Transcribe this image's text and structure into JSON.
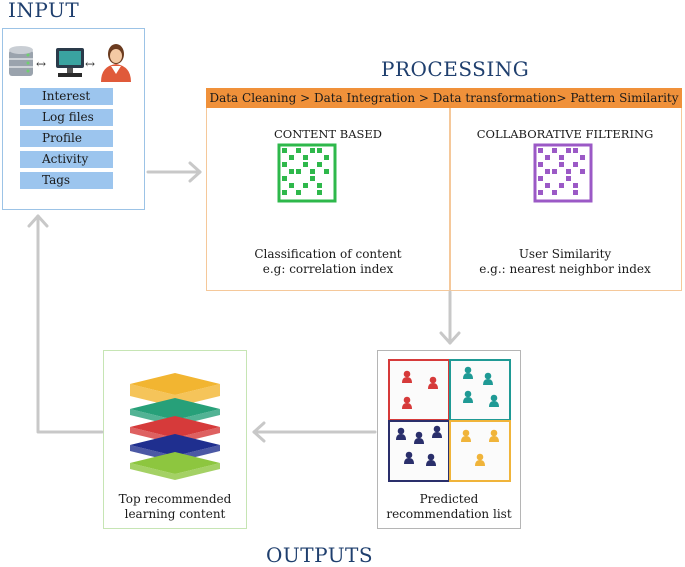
{
  "headings": {
    "input": "INPUT",
    "processing": "PROCESSING",
    "outputs": "OUTPUTS"
  },
  "input": {
    "items": [
      "Interest",
      "Log files",
      "Profile",
      "Activity",
      "Tags"
    ],
    "icons": [
      "database-icon",
      "computer-icon",
      "user-icon"
    ]
  },
  "processing": {
    "pipeline": "Data Cleaning > Data Integration > Data transformation> Pattern Similarity",
    "content_based": {
      "title": "CONTENT BASED",
      "caption_line1": "Classification of content",
      "caption_line2": "e.g: correlation index",
      "color": "#2eb84b"
    },
    "collaborative": {
      "title": "COLLABORATIVE FILTERING",
      "caption_line1": "User Similarity",
      "caption_line2": "e.g.: nearest neighbor index",
      "color": "#9b59c6"
    }
  },
  "outputs": {
    "recommendation": {
      "caption_line1": "Predicted",
      "caption_line2": "recommendation list",
      "quadrant_colors": [
        "#d63a3a",
        "#1f9a95",
        "#2a2f6b",
        "#f0b43a"
      ]
    },
    "content": {
      "caption_line1": "Top recommended",
      "caption_line2": "learning content",
      "layer_colors": [
        "#f2b531",
        "#27a079",
        "#d63a3a",
        "#1f2f8f",
        "#8dc63f"
      ]
    }
  },
  "colors": {
    "heading": "#1f3f6e",
    "input_item": "#9cc5ee",
    "pipeline_bar": "#f0913a",
    "arrow": "#c8c8c8"
  }
}
